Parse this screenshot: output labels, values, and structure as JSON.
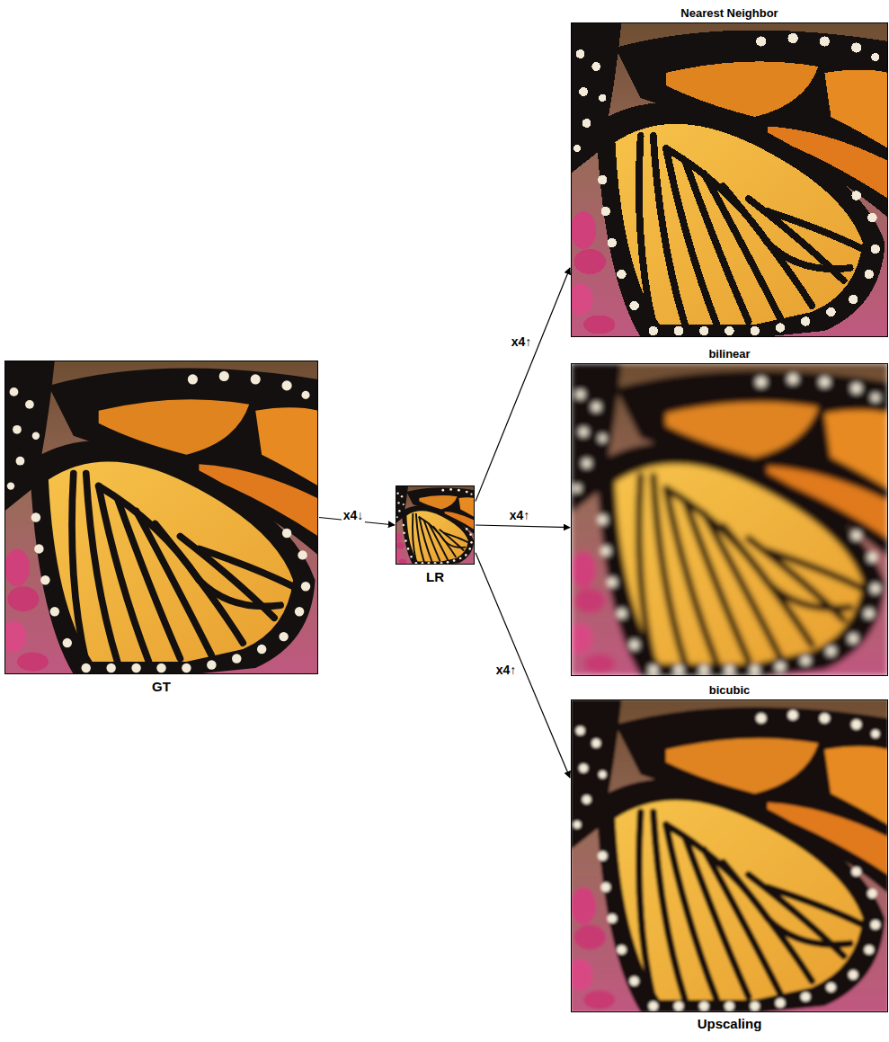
{
  "diagram": {
    "caption": "Upscaling",
    "nodes": [
      {
        "text": [
          "GT"
        ]
      },
      {
        "text": [
          "LR"
        ]
      },
      {
        "text": [
          "Nearest Neighbor"
        ]
      },
      {
        "text": [
          "bilinear"
        ]
      },
      {
        "text": [
          "bicubic"
        ]
      }
    ],
    "edges": [
      {
        "from": 0,
        "to": 1,
        "arrow": "to",
        "label": "x4↓"
      },
      {
        "from": 1,
        "to": 2,
        "arrow": "to",
        "label": "x4↑"
      },
      {
        "from": 1,
        "to": 3,
        "arrow": "to",
        "label": "x4↑"
      },
      {
        "from": 1,
        "to": 4,
        "arrow": "to",
        "label": "x4↑"
      }
    ]
  }
}
